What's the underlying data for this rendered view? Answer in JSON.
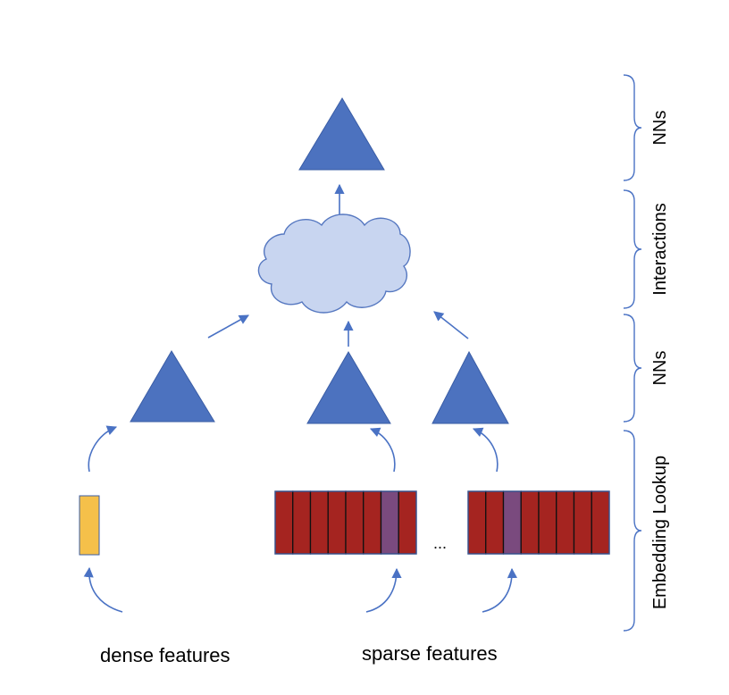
{
  "labels": {
    "dense": "dense features",
    "sparse": "sparse features",
    "ellipsis": "..."
  },
  "side_labels": {
    "nns_top": "NNs",
    "interactions": "Interactions",
    "nns_mid": "NNs",
    "embedding": "Embedding Lookup"
  },
  "colors": {
    "triangle": "#4c72bf",
    "arrow": "#4a72c4",
    "cloud_fill": "#c8d5f0",
    "cloud_stroke": "#5577c0",
    "dense_fill": "#f5c04a",
    "sparse_fill": "#a52420",
    "sparse_highlight": "#7a4a7e"
  },
  "embedding_tables": [
    {
      "cells": 8,
      "highlight": 6
    },
    {
      "cells": 8,
      "highlight": 2
    }
  ]
}
